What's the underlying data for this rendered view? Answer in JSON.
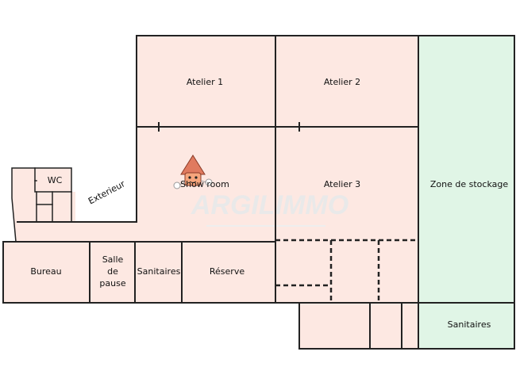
{
  "colors": {
    "room_fill": "#fde8e2",
    "storage_fill": "#e0f5e6",
    "wall": "#222222",
    "watermark": "#e9e9e9",
    "mascot_roof": "#e07a5f"
  },
  "rooms": {
    "atelier_1": "Atelier 1",
    "atelier_2": "Atelier 2",
    "atelier_3": "Atelier 3",
    "show_room": "Show room",
    "zone_stockage": "Zone de stockage",
    "wc": "WC",
    "exterieur": "Exterieur",
    "bureau": "Bureau",
    "salle_pause_l1": "Salle",
    "salle_pause_l2": "de",
    "salle_pause_l3": "pause",
    "sanitaires_1": "Sanitaires",
    "reserve": "Réserve",
    "sanitaires_2": "Sanitaires"
  },
  "watermark": {
    "brand": "ARGILIMMO"
  },
  "icons": {
    "mascot": "house-mascot-icon"
  }
}
